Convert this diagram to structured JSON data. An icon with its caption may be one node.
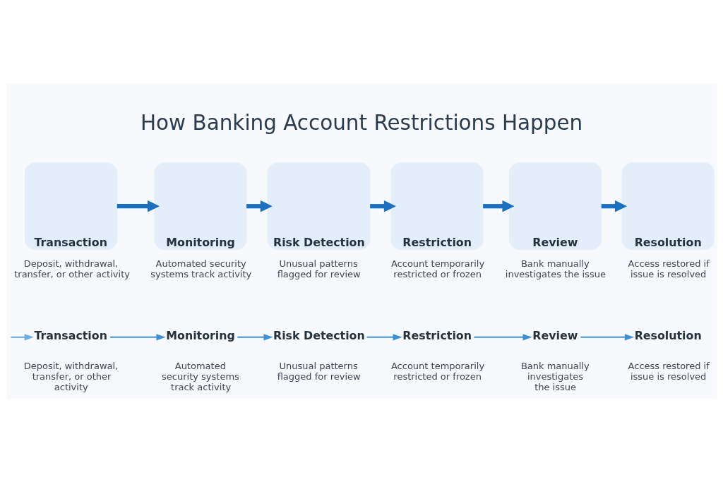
{
  "diagram": {
    "title": "How Banking Account Restrictions Happen",
    "nodes": [
      {
        "text": [
          "Transaction"
        ],
        "beside": [
          "Deposit, withdrawal, transfer, or other activity"
        ]
      },
      {
        "text": [
          "Monitoring"
        ],
        "beside": [
          "Automated security systems track activity"
        ]
      },
      {
        "text": [
          "Risk Detection"
        ],
        "beside": [
          "Unusual patterns flagged for review"
        ]
      },
      {
        "text": [
          "Restriction"
        ],
        "beside": [
          "Account temporarily restricted or frozen"
        ]
      },
      {
        "text": [
          "Review"
        ],
        "beside": [
          "Bank manually investigates the issue"
        ]
      },
      {
        "text": [
          "Resolution"
        ],
        "beside": [
          "Access restored if issue is resolved"
        ]
      },
      {
        "text": [
          "Transaction"
        ],
        "beside": [
          "Deposit, withdrawal, transfer, or other activity"
        ]
      },
      {
        "text": [
          "Monitoring"
        ],
        "beside": [
          "Automated security systems track activity"
        ]
      },
      {
        "text": [
          "Risk Detection"
        ],
        "beside": [
          "Unusual patterns flagged for review"
        ]
      },
      {
        "text": [
          "Restriction"
        ],
        "beside": [
          "Account temporarily restricted or frozen"
        ]
      },
      {
        "text": [
          "Review"
        ],
        "beside": [
          "Bank manually investigates the issue"
        ]
      },
      {
        "text": [
          "Resolution"
        ],
        "beside": [
          "Access restored if issue is resolved"
        ]
      }
    ],
    "edges": [
      {
        "from": 0,
        "to": 1,
        "arrow": "to",
        "style": "thick",
        "color": "#1b6fc0"
      },
      {
        "from": 1,
        "to": 2,
        "arrow": "to",
        "style": "thick",
        "color": "#1b6fc0"
      },
      {
        "from": 2,
        "to": 3,
        "arrow": "to",
        "style": "thick",
        "color": "#1b6fc0"
      },
      {
        "from": 3,
        "to": 4,
        "arrow": "to",
        "style": "thick",
        "color": "#1b6fc0"
      },
      {
        "from": 4,
        "to": 5,
        "arrow": "to",
        "style": "thick",
        "color": "#1b6fc0"
      },
      {
        "from": null,
        "to": 6,
        "arrow": "to",
        "color": "#6aaee6"
      },
      {
        "from": 6,
        "to": 7,
        "arrow": "to"
      },
      {
        "from": 7,
        "to": 8,
        "arrow": "to"
      },
      {
        "from": 8,
        "to": 9,
        "arrow": "to"
      },
      {
        "from": 9,
        "to": 10,
        "arrow": "to"
      },
      {
        "from": 10,
        "to": 11,
        "arrow": "to"
      }
    ]
  }
}
